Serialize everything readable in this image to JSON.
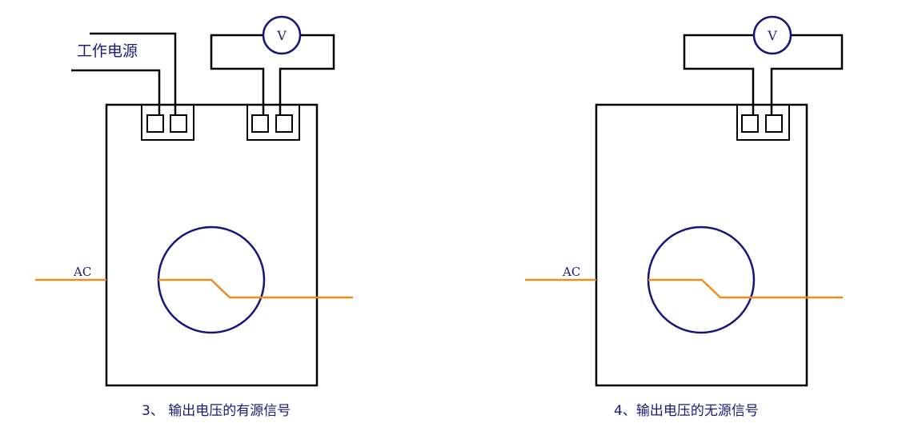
{
  "colors": {
    "outline": "#000000",
    "navy": "#14147a",
    "conductor": "#f08c1a",
    "label": "#1a1a7a"
  },
  "left_diagram": {
    "power_label": "工作电源",
    "voltmeter_symbol": "V",
    "ac_label": "AC",
    "caption": "3、 输出电压的有源信号"
  },
  "right_diagram": {
    "voltmeter_symbol": "V",
    "ac_label": "AC",
    "caption": "4、输出电压的无源信号"
  }
}
